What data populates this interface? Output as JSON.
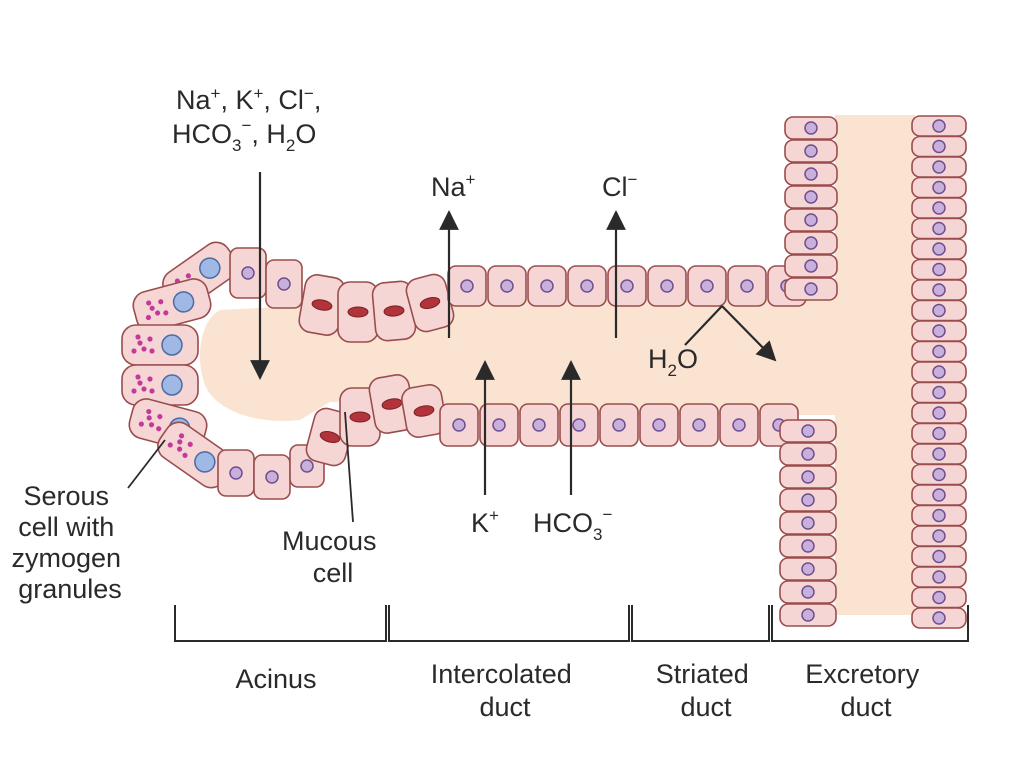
{
  "labels": {
    "secreted_ions_line1": "Na+, K+, Cl−,",
    "secreted_ions_line2": "HCO3−, H2O",
    "na": "Na",
    "na_charge": "+",
    "k": "K",
    "k_charge": "+",
    "cl": "Cl",
    "cl_charge": "−",
    "hco3_base": "HCO",
    "hco3_sub": "3",
    "hco3_charge": "−",
    "h2o_h": "H",
    "h2o_sub": "2",
    "h2o_o": "O",
    "serous_cell": [
      "Serous",
      "cell with",
      "zymogen",
      "granules"
    ],
    "mucous_cell": [
      "Mucous",
      "cell"
    ],
    "segments": {
      "acinus": [
        "Acinus"
      ],
      "intercolated_duct": [
        "Intercolated",
        "duct"
      ],
      "striated_duct": [
        "Striated",
        "duct"
      ],
      "excretory_duct": [
        "Excretory",
        "duct"
      ]
    }
  },
  "colors": {
    "lumen": "#fbe3d2",
    "cell_fill": "#f6d6d4",
    "cell_stroke": "#9a4d4d",
    "nucleus": "#c9b0dc",
    "nucleus_stroke": "#6e4f8e",
    "serous_nucleus": "#9fb8e4",
    "granule": "#c43a9a",
    "mucous_nucleus": "#b0343a",
    "arrow": "#2a2a2a"
  },
  "icons": {
    "serous_cell": "serous-cell-icon",
    "mucous_cell": "mucous-cell-icon",
    "duct_cell": "duct-cell-icon"
  }
}
